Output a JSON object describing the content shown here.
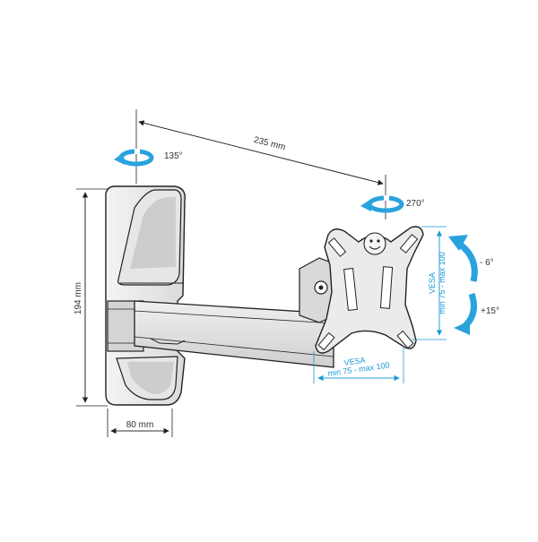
{
  "labels": {
    "reach_dim": "235 mm",
    "height_dim": "194 mm",
    "width_dim": "80 mm",
    "wall_swivel": "135°",
    "head_swivel": "270°",
    "tilt_up": "- 6°",
    "tilt_down": "+15°",
    "vesa_title_v": "VESA",
    "vesa_range_v": "min 75 - max 100",
    "vesa_title_h": "VESA",
    "vesa_range_h": "min 75 - max 100"
  },
  "colors": {
    "arrow_blue": "#2aa3dd",
    "dimension_blue": "#1b9ad6",
    "line_dark": "#222222",
    "part_gray": "#d9d9d9"
  }
}
